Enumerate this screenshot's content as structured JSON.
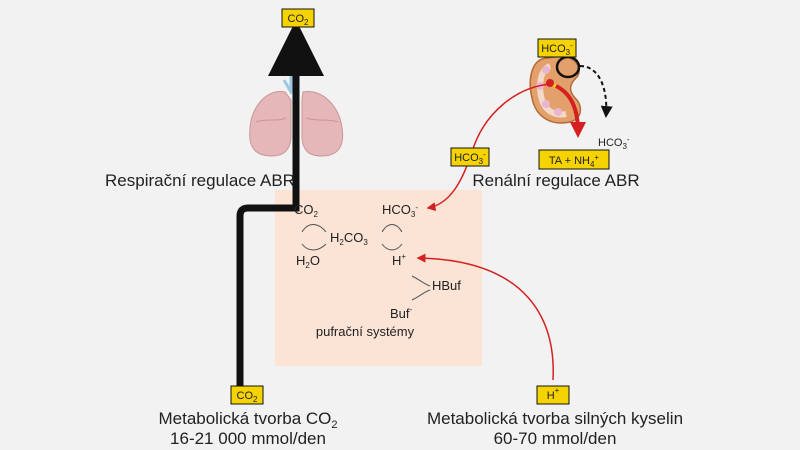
{
  "colors": {
    "background": "#f2f2f2",
    "buffer_box": "#fbe3d6",
    "label_box": "#f5d300",
    "arrow_red": "#d42020",
    "arrow_black": "#111111",
    "lung": "#e6b7b9"
  },
  "icons": [
    "lungs-icon",
    "kidney-icon"
  ],
  "boxes": {
    "co2_top": {
      "main": "CO",
      "sub": "2"
    },
    "hco3_kidney": {
      "main": "HCO",
      "sub": "3",
      "sup": "-"
    },
    "hco3_left": {
      "main": "HCO",
      "sub": "3",
      "sup": "-"
    },
    "ta_nh4": {
      "main": "TA + NH",
      "sub": "4",
      "sup": "+"
    },
    "co2_bottom": {
      "main": "CO",
      "sub": "2"
    },
    "h_bottom": {
      "main": "H",
      "sup": "+"
    }
  },
  "labels": {
    "respiratory": "Respirační regulace ABR",
    "renal": "Renální regulace ABR",
    "hco3_free": {
      "main": "HCO",
      "sub": "3",
      "sup": "-"
    }
  },
  "chemistry": {
    "co2": {
      "main": "CO",
      "sub": "2"
    },
    "hco3": {
      "main": "HCO",
      "sub": "3",
      "sup": "-"
    },
    "h2co3": {
      "a": "H",
      "a_sub": "2",
      "b": "CO",
      "b_sub": "3"
    },
    "h2o": {
      "main": "H",
      "sub": "2",
      "tail": "O"
    },
    "h_plus": {
      "main": "H",
      "sup": "+"
    },
    "hbuf": "HBuf",
    "buf": {
      "main": "Buf",
      "sup": "-"
    },
    "buffer_systems": "pufrační systémy"
  },
  "bottom": {
    "metabolic_co2_line1": {
      "main": "Metabolická tvorba CO",
      "sub": "2"
    },
    "metabolic_co2_line2": "16-21 000 mmol/den",
    "metabolic_acid_line1": "Metabolická tvorba silných kyselin",
    "metabolic_acid_line2": "60-70 mmol/den"
  }
}
